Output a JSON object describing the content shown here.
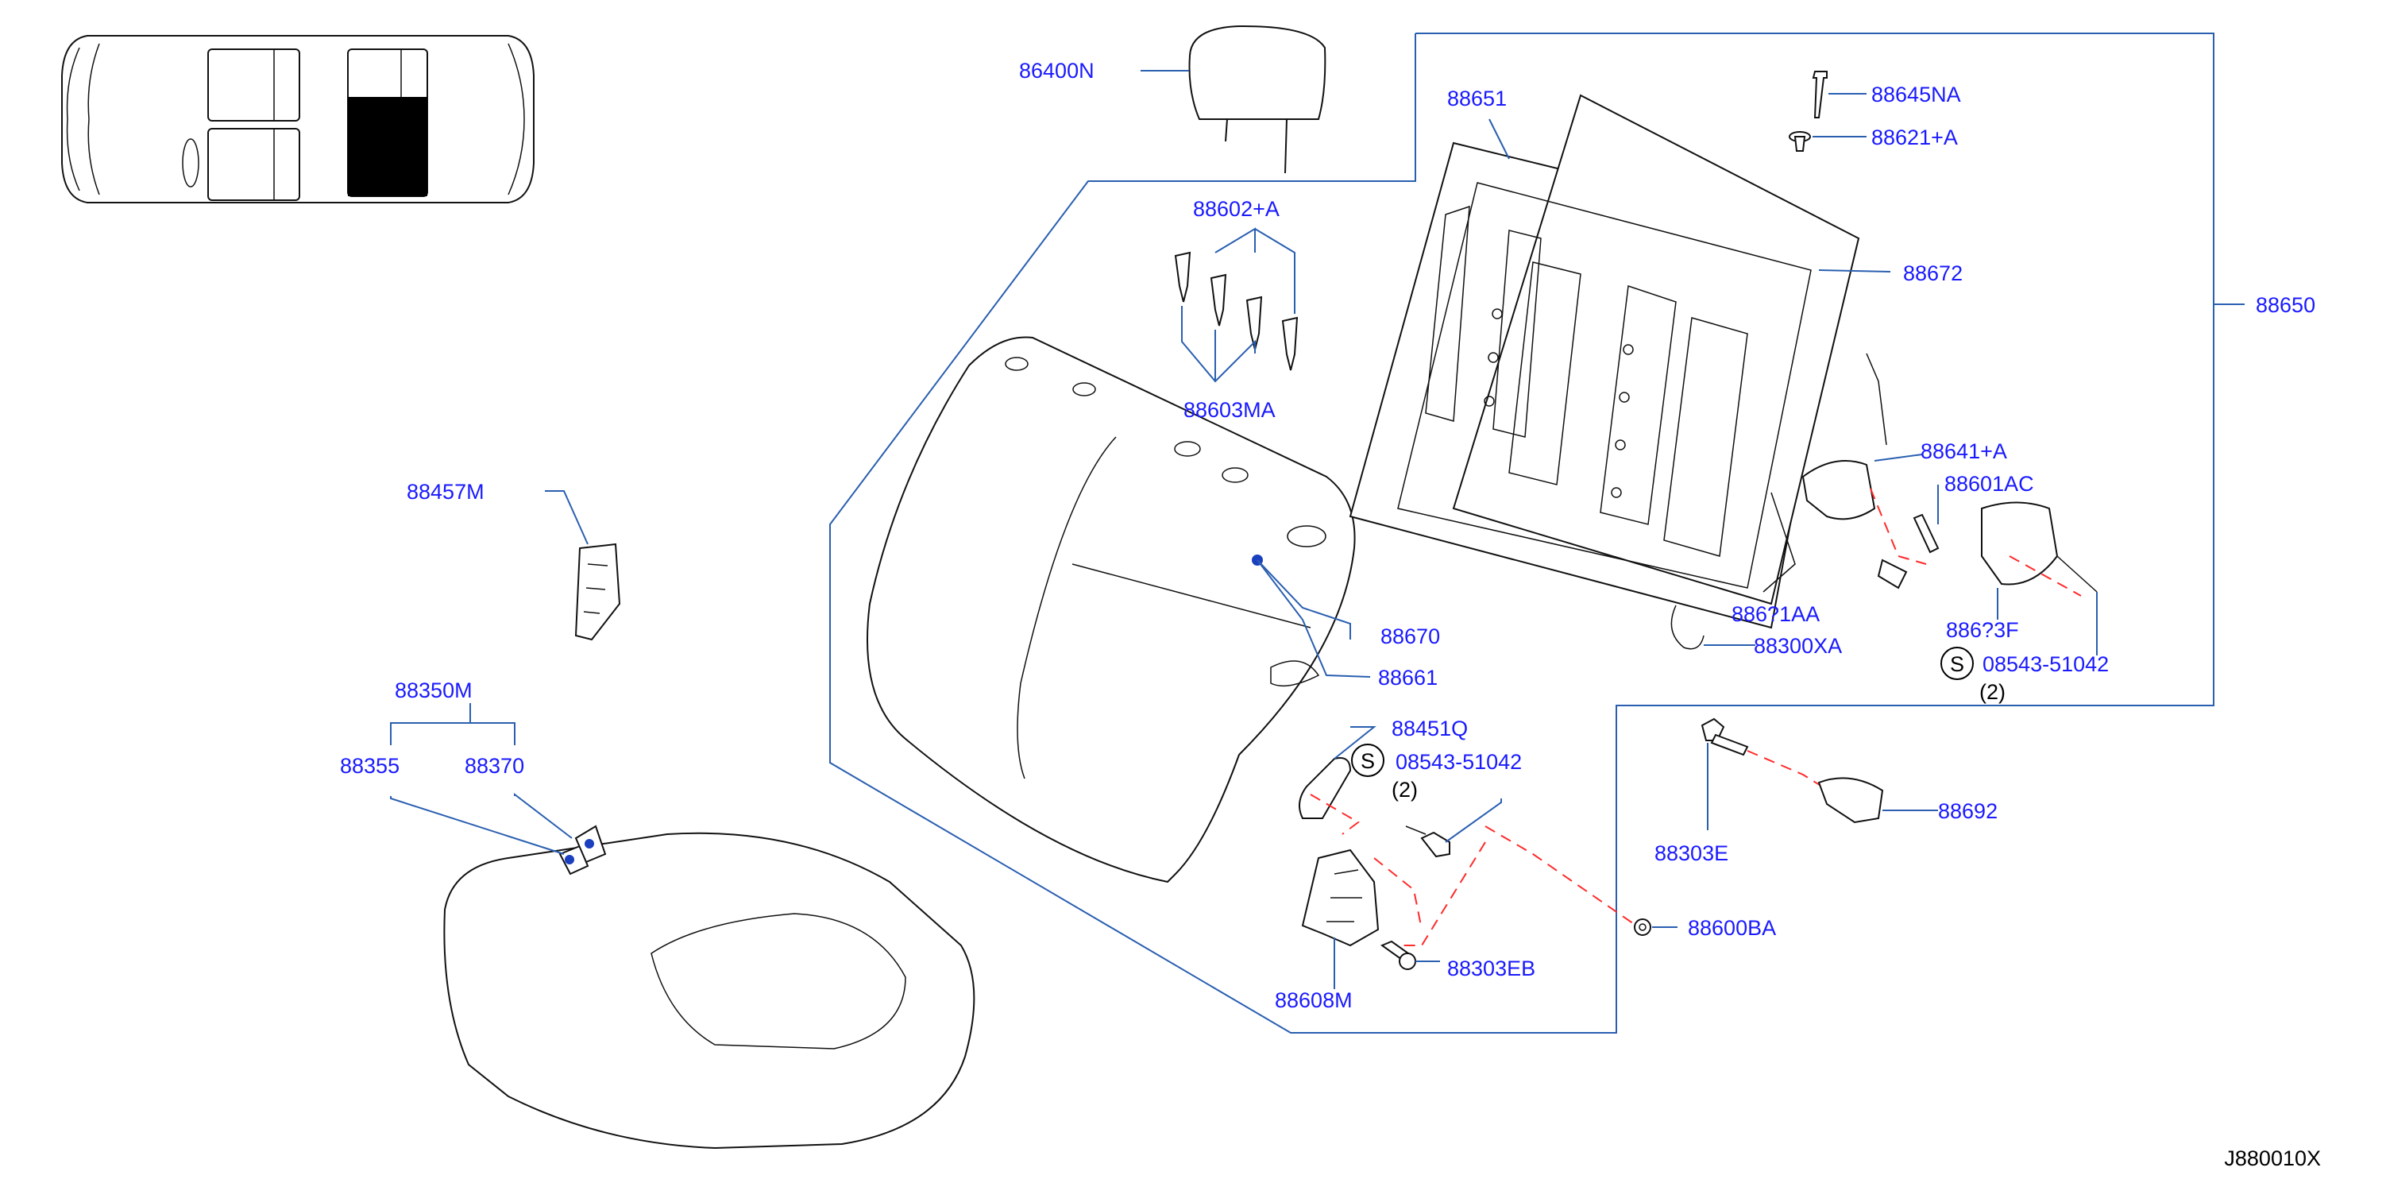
{
  "diagram_code": "J880010X",
  "labels": {
    "l86400N": "86400N",
    "l88651": "88651",
    "l88645NA": "88645NA",
    "l88621A": "88621+A",
    "l88602A": "88602+A",
    "l88672": "88672",
    "l88650": "88650",
    "l88603MA": "88603MA",
    "l88641A": "88641+A",
    "l88601AC": "88601AC",
    "l88457M": "88457M",
    "l88670": "88670",
    "l88661": "88661",
    "l886x1AA": "886?1AA",
    "l88300XA": "88300XA",
    "l886x3F": "886?3F",
    "l08543_right": "08543-51042",
    "l2_right": "(2)",
    "l88350M": "88350M",
    "l88355": "88355",
    "l88370": "88370",
    "l88451Q": "88451Q",
    "l08543_mid": "08543-51042",
    "l2_mid": "(2)",
    "l88303E": "88303E",
    "l88692": "88692",
    "l88600BA": "88600BA",
    "l88303EB": "88303EB",
    "l88608M": "88608M"
  },
  "s_marks": {
    "right": "S",
    "mid": "S"
  }
}
